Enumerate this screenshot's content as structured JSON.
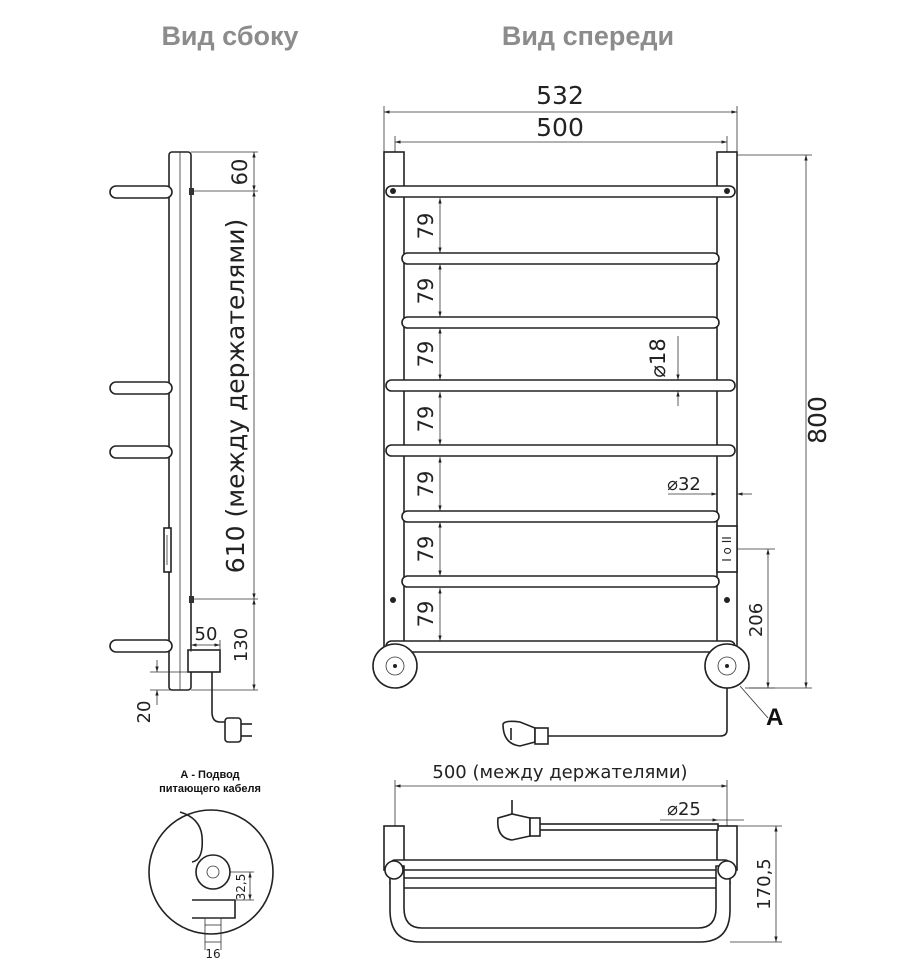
{
  "titles": {
    "side": "Вид сбоку",
    "front": "Вид спереди"
  },
  "front": {
    "width_outer": "532",
    "width_inner": "500",
    "height": "800",
    "step": "79",
    "bar_diameter": "⌀18",
    "post_diameter": "⌀32",
    "switch_height": "206",
    "switch_label": "I o II",
    "callout": "A"
  },
  "side": {
    "top_offset": "60",
    "holder_distance": "610 (между держателями)",
    "bottom_offset": "130",
    "depth": "50",
    "base": "20"
  },
  "detail": {
    "title_line1": "А - Подвод",
    "title_line2": "питающего кабеля",
    "dim_height": "32,5",
    "dim_width": "16"
  },
  "top_view": {
    "holder_distance": "500 (между держателями)",
    "cable_diameter": "⌀25",
    "depth": "170,5"
  }
}
